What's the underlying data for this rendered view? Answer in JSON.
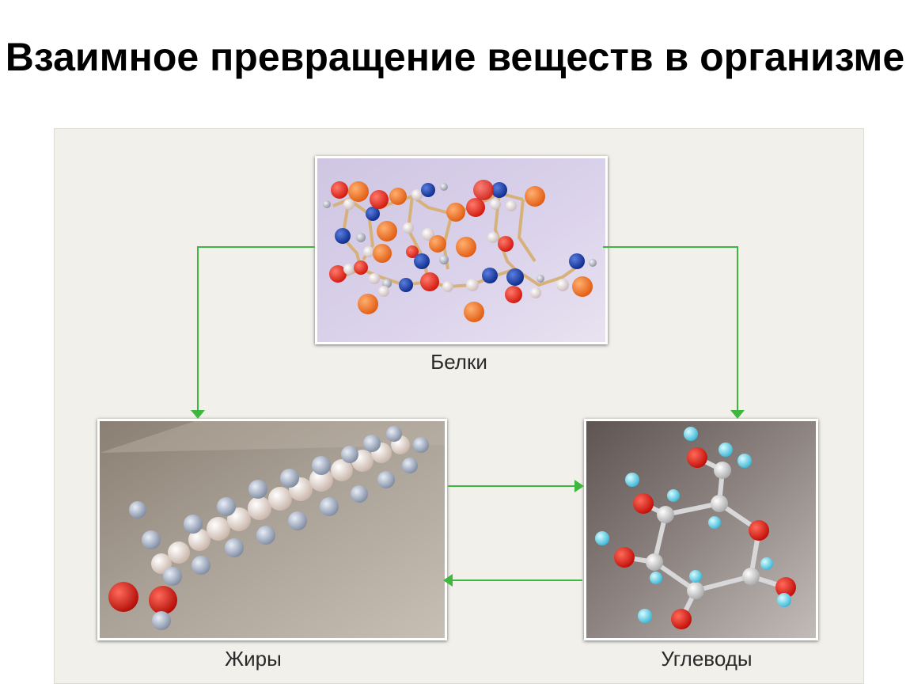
{
  "slide": {
    "title": "Взаимное превращение веществ в организме"
  },
  "diagram": {
    "nodes": {
      "proteins": {
        "label": "Белки"
      },
      "fats": {
        "label": "Жиры"
      },
      "carbs": {
        "label": "Углеводы"
      }
    },
    "edges": [
      {
        "from": "proteins",
        "to": "fats"
      },
      {
        "from": "proteins",
        "to": "carbs"
      },
      {
        "from": "fats",
        "to": "carbs"
      },
      {
        "from": "carbs",
        "to": "fats"
      }
    ],
    "arrow_color": "#3db73d"
  }
}
